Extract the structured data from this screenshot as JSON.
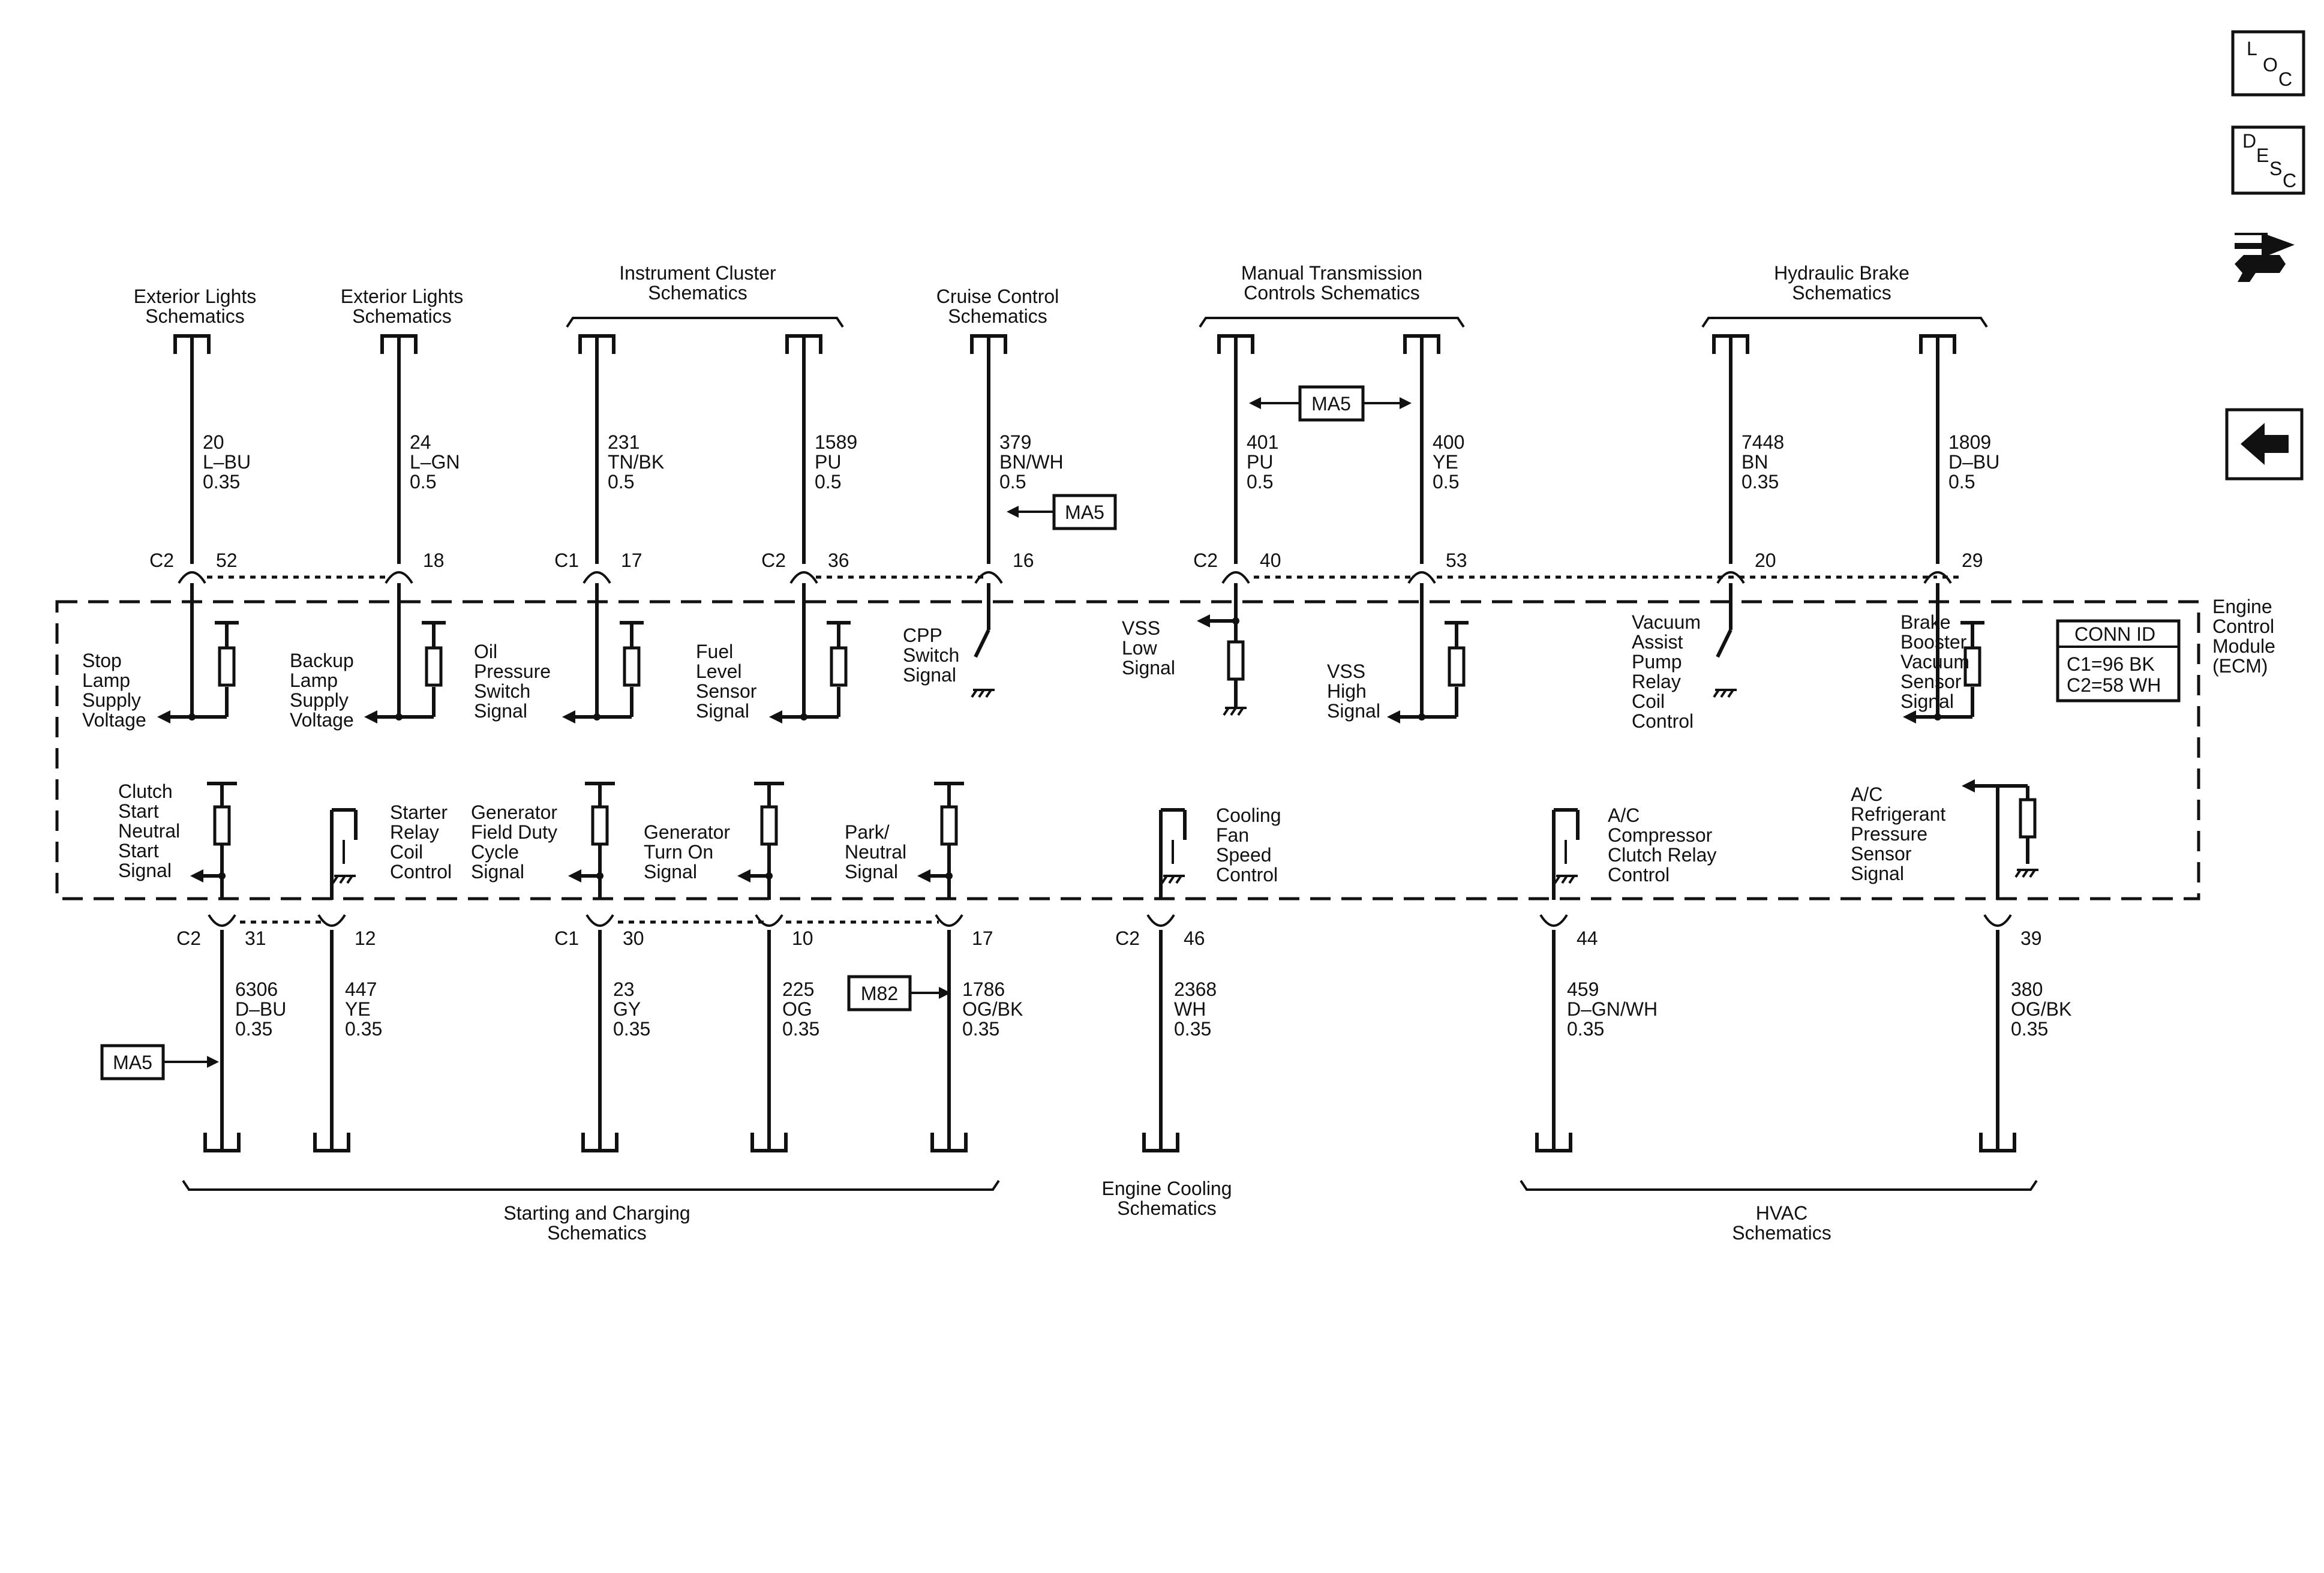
{
  "sidebar": {
    "loc": [
      "L",
      "O",
      "C"
    ],
    "desc": [
      "D",
      "E",
      "S",
      "C"
    ]
  },
  "module": {
    "title": [
      "Engine",
      "Control",
      "Module",
      "(ECM)"
    ],
    "conn_id": {
      "title": "CONN ID",
      "lines": [
        "C1=96 BK",
        "C2=58 WH"
      ]
    }
  },
  "refs": {
    "ext1": [
      "Exterior Lights",
      "Schematics"
    ],
    "ext2": [
      "Exterior Lights",
      "Schematics"
    ],
    "instr": [
      "Instrument Cluster",
      "Schematics"
    ],
    "cruise": [
      "Cruise Control",
      "Schematics"
    ],
    "mtc": [
      "Manual Transmission",
      "Controls Schematics"
    ],
    "hyd": [
      "Hydraulic Brake",
      "Schematics"
    ],
    "start": [
      "Starting and Charging",
      "Schematics"
    ],
    "cool": [
      "Engine Cooling",
      "Schematics"
    ],
    "hvac": [
      "HVAC",
      "Schematics"
    ]
  },
  "tags": {
    "ma5_mid": "MA5",
    "ma5_cruise": "MA5",
    "ma5_left": "MA5",
    "m82": "M82"
  },
  "top_wires": [
    {
      "conn": "C2",
      "pin": "52",
      "circuit": [
        "20",
        "L–BU",
        "0.35"
      ],
      "signal": [
        "Stop",
        "Lamp",
        "Supply",
        "Voltage"
      ]
    },
    {
      "conn": "",
      "pin": "18",
      "circuit": [
        "24",
        "L–GN",
        "0.5"
      ],
      "signal": [
        "Backup",
        "Lamp",
        "Supply",
        "Voltage"
      ]
    },
    {
      "conn": "C1",
      "pin": "17",
      "circuit": [
        "231",
        "TN/BK",
        "0.5"
      ],
      "signal": [
        "Oil",
        "Pressure",
        "Switch",
        "Signal"
      ]
    },
    {
      "conn": "C2",
      "pin": "36",
      "circuit": [
        "1589",
        "PU",
        "0.5"
      ],
      "signal": [
        "Fuel",
        "Level",
        "Sensor",
        "Signal"
      ]
    },
    {
      "conn": "",
      "pin": "16",
      "circuit": [
        "379",
        "BN/WH",
        "0.5"
      ],
      "signal": [
        "CPP",
        "Switch",
        "Signal"
      ]
    },
    {
      "conn": "C2",
      "pin": "40",
      "circuit": [
        "401",
        "PU",
        "0.5"
      ],
      "signal": [
        "VSS",
        "Low",
        "Signal"
      ]
    },
    {
      "conn": "",
      "pin": "53",
      "circuit": [
        "400",
        "YE",
        "0.5"
      ],
      "signal": [
        "VSS",
        "High",
        "Signal"
      ]
    },
    {
      "conn": "",
      "pin": "20",
      "circuit": [
        "7448",
        "BN",
        "0.35"
      ],
      "signal": [
        "Vacuum",
        "Assist",
        "Pump",
        "Relay",
        "Coil",
        "Control"
      ]
    },
    {
      "conn": "",
      "pin": "29",
      "circuit": [
        "1809",
        "D–BU",
        "0.5"
      ],
      "signal": [
        "Brake",
        "Booster",
        "Vacuum",
        "Sensor",
        "Signal"
      ]
    }
  ],
  "bottom_wires": [
    {
      "conn": "C2",
      "pin": "31",
      "circuit": [
        "6306",
        "D–BU",
        "0.35"
      ],
      "signal": [
        "Clutch",
        "Start",
        "Neutral",
        "Start",
        "Signal"
      ]
    },
    {
      "conn": "",
      "pin": "12",
      "circuit": [
        "447",
        "YE",
        "0.35"
      ],
      "signal": [
        "Starter",
        "Relay",
        "Coil",
        "Control"
      ]
    },
    {
      "conn": "C1",
      "pin": "30",
      "circuit": [
        "23",
        "GY",
        "0.35"
      ],
      "signal": [
        "Generator",
        "Field Duty",
        "Cycle",
        "Signal"
      ]
    },
    {
      "conn": "",
      "pin": "10",
      "circuit": [
        "225",
        "OG",
        "0.35"
      ],
      "signal": [
        "Generator",
        "Turn On",
        "Signal"
      ]
    },
    {
      "conn": "",
      "pin": "17",
      "circuit": [
        "1786",
        "OG/BK",
        "0.35"
      ],
      "signal": [
        "Park/",
        "Neutral",
        "Signal"
      ]
    },
    {
      "conn": "C2",
      "pin": "46",
      "circuit": [
        "2368",
        "WH",
        "0.35"
      ],
      "signal": [
        "Cooling",
        "Fan",
        "Speed",
        "Control"
      ]
    },
    {
      "conn": "",
      "pin": "44",
      "circuit": [
        "459",
        "D–GN/WH",
        "0.35"
      ],
      "signal": [
        "A/C",
        "Compressor",
        "Clutch Relay",
        "Control"
      ]
    },
    {
      "conn": "",
      "pin": "39",
      "circuit": [
        "380",
        "OG/BK",
        "0.35"
      ],
      "signal": [
        "A/C",
        "Refrigerant",
        "Pressure",
        "Sensor",
        "Signal"
      ]
    }
  ]
}
